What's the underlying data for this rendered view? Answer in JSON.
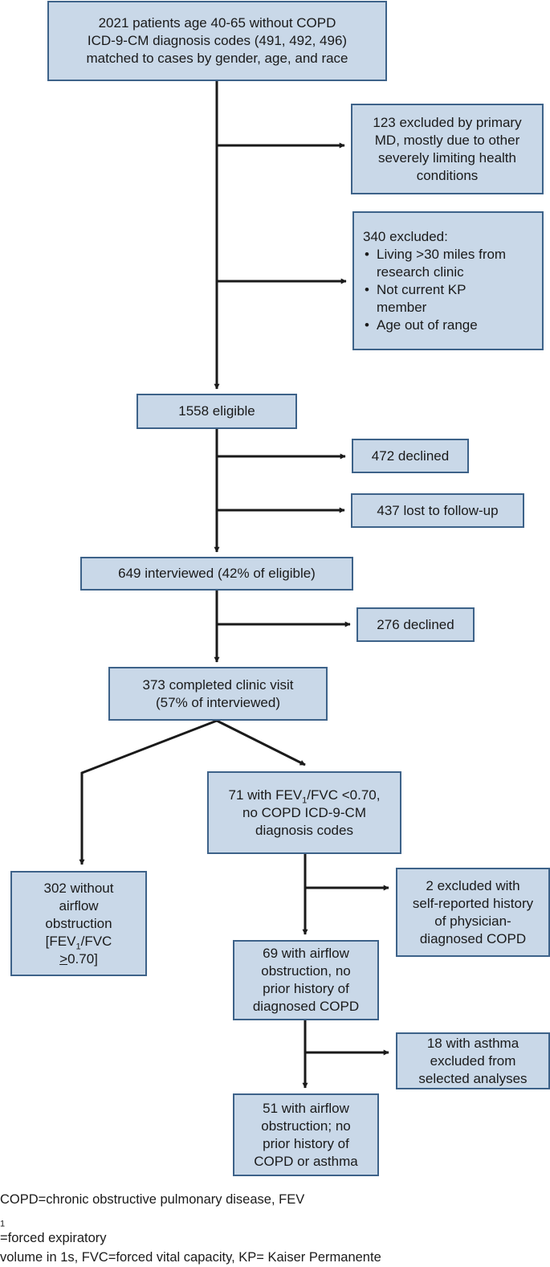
{
  "diagram": {
    "start": {
      "lines": [
        "2021 patients age 40-65 without COPD",
        "ICD-9-CM diagnosis codes (491, 492, 496)",
        "matched to cases by gender, age, and race"
      ]
    },
    "excluded_md": {
      "lines": [
        "123 excluded by primary",
        "MD, mostly due to other",
        "severely limiting health",
        "conditions"
      ]
    },
    "excluded_other": {
      "heading": "340 excluded:",
      "bullets": [
        {
          "lines": [
            "Living >30 miles from",
            "research clinic"
          ]
        },
        {
          "lines": [
            "Not current KP",
            "member"
          ]
        },
        {
          "lines": [
            "Age out of range"
          ]
        }
      ]
    },
    "eligible": {
      "label": "1558 eligible"
    },
    "declined_1": {
      "label": "472 declined"
    },
    "lost": {
      "label": "437 lost to follow-up"
    },
    "interviewed": {
      "label": "649 interviewed (42% of eligible)"
    },
    "declined_2": {
      "label": "276 declined"
    },
    "clinic": {
      "lines": [
        "373 completed clinic visit",
        "(57% of interviewed)"
      ]
    },
    "fev_low": {
      "line1_before": "71 with FEV",
      "line1_sub": "1",
      "line1_after": "/FVC <0.70,",
      "lines": [
        "no COPD ICD-9-CM",
        "diagnosis codes"
      ]
    },
    "no_obstruction": {
      "lines": [
        "302 without",
        "airflow",
        "obstruction"
      ],
      "fev_before": "[FEV",
      "fev_sub": "1",
      "fev_after": "/FVC",
      "last_underlined": ">",
      "last_rest": "0.70]"
    },
    "excluded_self": {
      "lines": [
        "2 excluded with",
        "self-reported history",
        "of physician-",
        "diagnosed COPD"
      ]
    },
    "obstruction_69": {
      "lines": [
        "69 with airflow",
        "obstruction, no",
        "prior history of",
        "diagnosed COPD"
      ]
    },
    "asthma": {
      "lines": [
        "18 with asthma",
        "excluded from",
        "selected analyses"
      ]
    },
    "final_51": {
      "lines": [
        "51 with airflow",
        "obstruction; no",
        "prior history of",
        "COPD or asthma"
      ]
    }
  },
  "footnote": {
    "line1_before": "COPD=chronic obstructive pulmonary disease, FEV",
    "line1_sub": "1",
    "line1_after": "=forced expiratory",
    "line2": "volume in 1s, FVC=forced vital capacity, KP= Kaiser Permanente"
  },
  "colors": {
    "box_fill": "#c9d8e8",
    "box_border": "#3d6289",
    "arrow": "#1a1a1a"
  }
}
